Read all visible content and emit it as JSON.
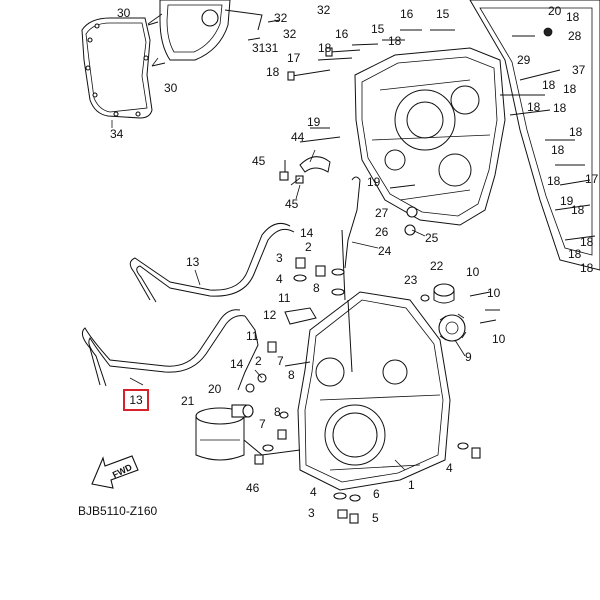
{
  "diagram": {
    "highlighted_part": "13",
    "fwd_label": "FWD",
    "diagram_code": "BJB5110-Z160",
    "callouts": [
      "30",
      "31",
      "32",
      "32",
      "31",
      "32",
      "30",
      "18",
      "16",
      "15",
      "16",
      "18",
      "15",
      "17",
      "18",
      "18",
      "19",
      "20",
      "28",
      "18",
      "18",
      "18",
      "29",
      "37",
      "34",
      "18",
      "18",
      "18",
      "18",
      "19",
      "44",
      "45",
      "45",
      "19",
      "18",
      "27",
      "26",
      "25",
      "14",
      "2",
      "24",
      "3",
      "4",
      "13",
      "18",
      "23",
      "22",
      "10",
      "10",
      "11",
      "12",
      "8",
      "9",
      "11",
      "10",
      "13",
      "14",
      "2",
      "7",
      "8",
      "20",
      "21",
      "8",
      "7",
      "4",
      "6",
      "46",
      "4",
      "3",
      "5",
      "1",
      "18",
      "17",
      "18"
    ],
    "colors": {
      "line": "#111111",
      "highlight_border": "#d6232b",
      "background": "#ffffff"
    },
    "icons": {
      "fwd_arrow": "fwd-arrow-icon"
    }
  }
}
